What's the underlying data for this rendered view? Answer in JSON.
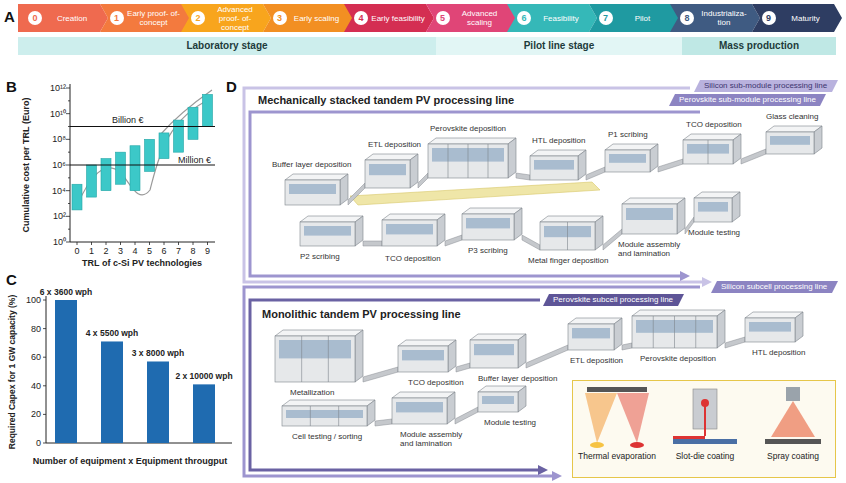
{
  "diagram": {
    "nodes": [
      {
        "text": [
          "Creation"
        ]
      },
      {
        "text": [
          "0"
        ],
        "in": 0
      },
      {
        "text": [
          "Early proof- of-concept"
        ]
      },
      {
        "text": [
          "1"
        ],
        "in": 2
      },
      {
        "text": [
          "Advanced proof- of-concept"
        ]
      },
      {
        "text": [
          "2"
        ],
        "in": 4
      },
      {
        "text": [
          "Early scaling"
        ]
      },
      {
        "text": [
          "3"
        ],
        "in": 6
      },
      {
        "text": [
          "Early feasibility"
        ]
      },
      {
        "text": [
          "4"
        ],
        "in": 8
      },
      {
        "text": [
          "Advanced scaling"
        ]
      },
      {
        "text": [
          "5"
        ],
        "in": 10
      },
      {
        "text": [
          "Feasibility"
        ]
      },
      {
        "text": [
          "6"
        ],
        "in": 12
      },
      {
        "text": [
          "Pilot"
        ]
      },
      {
        "text": [
          "7"
        ],
        "in": 14
      },
      {
        "text": [
          "Industrializa- tion"
        ]
      },
      {
        "text": [
          "8"
        ],
        "in": 16
      },
      {
        "text": [
          "Maturity"
        ]
      },
      {
        "text": [
          "9"
        ],
        "in": 18
      },
      {
        "text": [
          "Laboratory stage"
        ]
      },
      {
        "text": [
          "Pilot line stage"
        ]
      },
      {
        "text": [
          "Mass production"
        ]
      },
      {
        "text": [
          "Silicon sub-module processing line"
        ]
      },
      {
        "text": [
          "Perovskite sub-module processing line"
        ]
      },
      {
        "text": [
          "Perovskite subcell processing line"
        ]
      },
      {
        "text": [
          "Silicon subcell processing line"
        ]
      },
      {
        "text": [
          "Thermal evaporation",
          "Slot-die coating",
          "Spray coating"
        ]
      }
    ],
    "labels": [
      "A",
      "B",
      "C",
      "D",
      "10¹²",
      "10¹⁰",
      "10⁸",
      "10⁶",
      "10⁴",
      "10²",
      "10⁰",
      "Billion €",
      "Million €",
      "0",
      "1",
      "2",
      "3",
      "4",
      "5",
      "6",
      "7",
      "8",
      "9",
      "Cumulative cost per TRL (Euro)",
      "TRL of c-Si PV technologies",
      "100",
      "80",
      "60",
      "40",
      "20",
      "0",
      "6 x 3600 wph",
      "4 x 5500 wph",
      "3 x 8000 wph",
      "2 x 10000 wph",
      "Required Capex for 1 GW capacity (%)",
      "Number of equipment x Equipment througput",
      "Mechanically stacked tandem PV processing line",
      "Buffer layer deposition",
      "ETL deposition",
      "Perovskite deposition",
      "HTL deposition",
      "P1 scribing",
      "TCO deposition",
      "Glass cleaning",
      "P2 scribing",
      "TCO deposition",
      "P3 scribing",
      "Metal finger deposition",
      "Module assembly and lamination",
      "Module testing",
      "Monolithic tandem PV processing line",
      "Metallization",
      "TCO deposition",
      "Buffer layer deposition",
      "ETL deposition",
      "Perovskite deposition",
      "HTL deposition",
      "Cell testing / sorting",
      "Module assembly and lamination",
      "Module testing"
    ]
  }
}
